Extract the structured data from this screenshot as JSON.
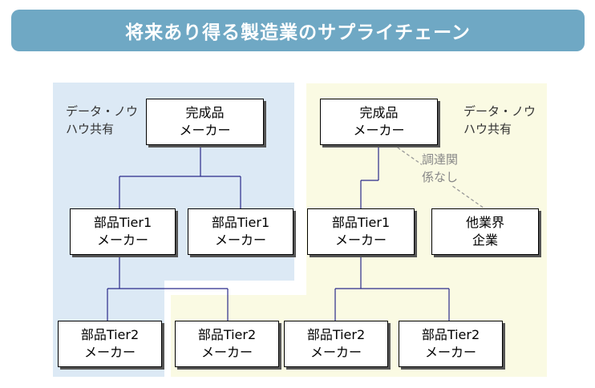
{
  "title": "将来あり得る製造業のサプライチェーン",
  "notes": {
    "left_share": "データ・ノウ\nハウ共有",
    "right_share": "データ・ノウ\nハウ共有",
    "no_procurement": "調達関\n係なし"
  },
  "boxes": {
    "left_oem": {
      "line1": "完成品",
      "line2": "メーカー"
    },
    "right_oem": {
      "line1": "完成品",
      "line2": "メーカー"
    },
    "left_t1_a": {
      "line1": "部品Tier1",
      "line2": "メーカー"
    },
    "left_t1_b": {
      "line1": "部品Tier1",
      "line2": "メーカー"
    },
    "right_t1": {
      "line1": "部品Tier1",
      "line2": "メーカー"
    },
    "other_industry": {
      "line1": "他業界",
      "line2": "企業"
    },
    "t2_1": {
      "line1": "部品Tier2",
      "line2": "メーカー"
    },
    "t2_2": {
      "line1": "部品Tier2",
      "line2": "メーカー"
    },
    "t2_3": {
      "line1": "部品Tier2",
      "line2": "メーカー"
    },
    "t2_4": {
      "line1": "部品Tier2",
      "line2": "メーカー"
    }
  },
  "colors": {
    "banner": "#6fa8c4",
    "left_region": "#dce9f5",
    "right_region": "#fafae3",
    "connector": "#2a2a8a",
    "dashed_link": "#999999"
  }
}
